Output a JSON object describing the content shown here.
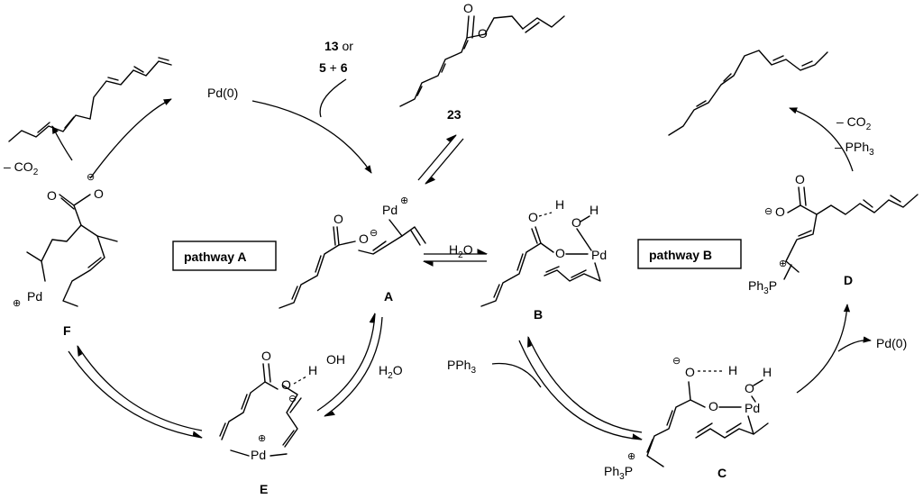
{
  "reagents": {
    "pd0_left": "Pd(0)",
    "pd0_right": "Pd(0)",
    "cat_13": "13",
    "cat_or": " or",
    "cat_5": "5",
    "cat_plus": " + ",
    "cat_6": "6",
    "water_A_B": "H",
    "water_A_E": "H",
    "pph3_C": "PPh",
    "co2_left": "– CO",
    "co2_right": "– CO",
    "pph3_loss": "– PPh",
    "sub2": "2",
    "sub3": "3",
    "water_O": "O"
  },
  "compounds": {
    "A": "A",
    "B": "B",
    "C": "C",
    "D": "D",
    "E": "E",
    "F": "F",
    "c23": "23"
  },
  "pathways": {
    "A": "pathway A",
    "B": "pathway B"
  },
  "atoms": {
    "O": "O",
    "H": "H",
    "Pd": "Pd",
    "P": "P",
    "Ph3": "Ph",
    "HOH": "H",
    "OH": "OH",
    "plus": "⊕",
    "minus": "⊖"
  }
}
